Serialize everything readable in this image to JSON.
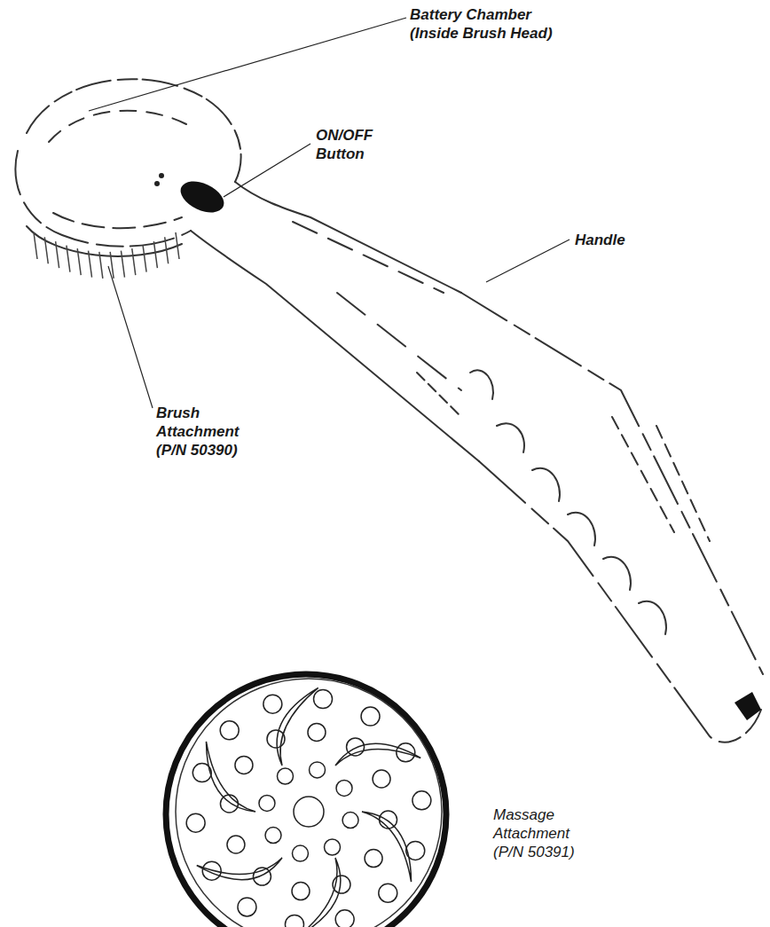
{
  "diagram": {
    "labels": [
      "Battery Chamber (Inside Brush Head)",
      "ON/OFF Button",
      "Handle",
      "Brush Attachment (P/N 50390)",
      "Massage Attachment (P/N 50391)"
    ]
  }
}
